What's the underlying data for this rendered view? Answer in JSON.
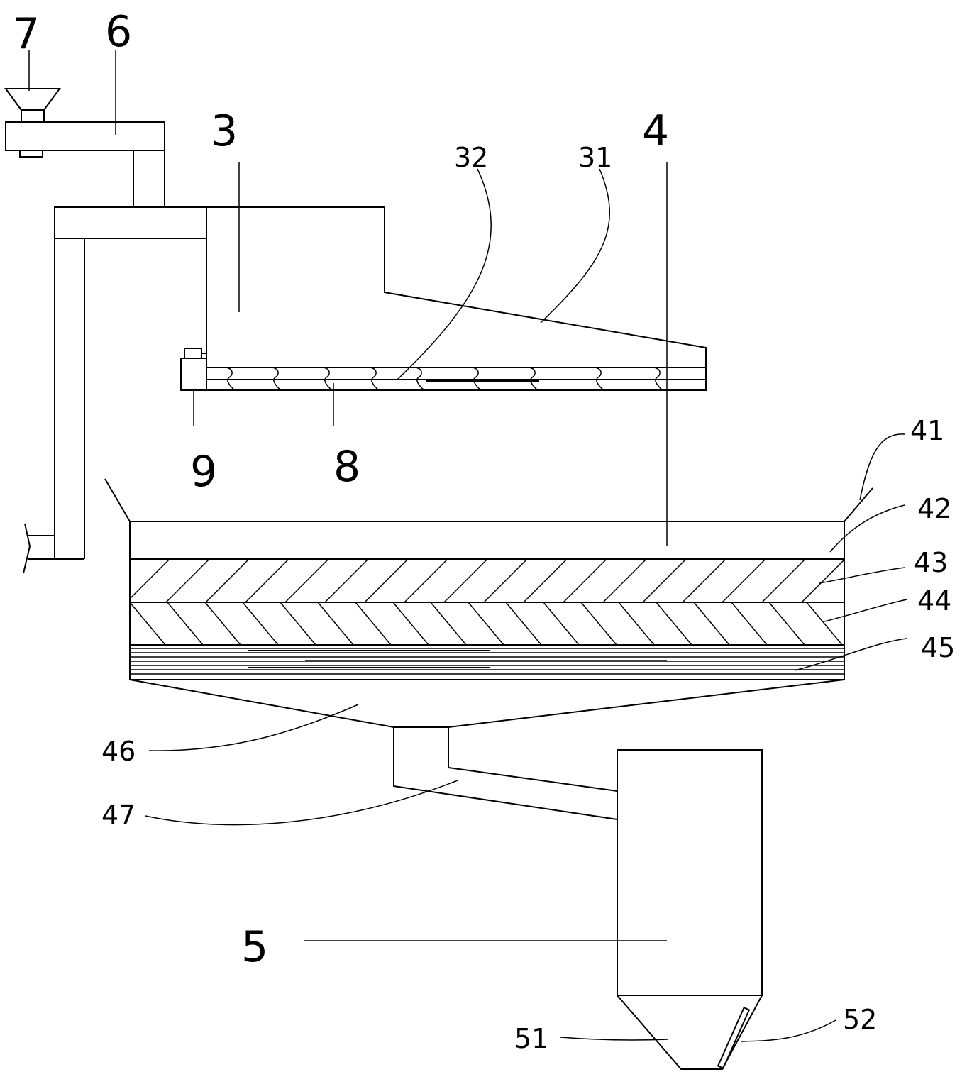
{
  "labels": {
    "l7": "7",
    "l6": "6",
    "l3": "3",
    "l32": "32",
    "l31": "31",
    "l4": "4",
    "l9": "9",
    "l8": "8",
    "l41": "41",
    "l42": "42",
    "l43": "43",
    "l44": "44",
    "l45": "45",
    "l46": "46",
    "l47": "47",
    "l5": "5",
    "l51": "51",
    "l52": "52"
  }
}
